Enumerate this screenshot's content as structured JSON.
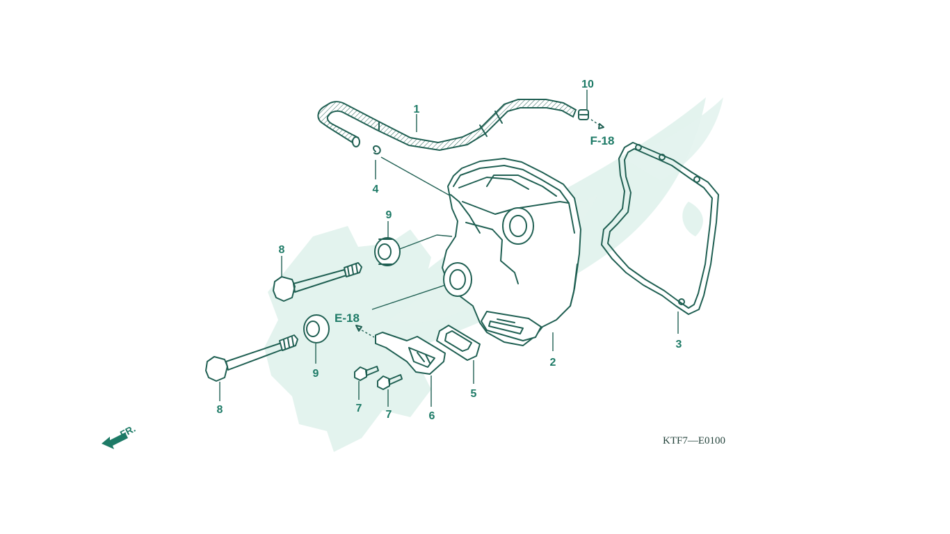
{
  "diagram": {
    "callouts": {
      "c1": "1",
      "c2": "2",
      "c3": "3",
      "c4": "4",
      "c5": "5",
      "c6": "6",
      "c7a": "7",
      "c7b": "7",
      "c8a": "8",
      "c8b": "8",
      "c9a": "9",
      "c9b": "9",
      "c10": "10"
    },
    "references": {
      "e18": "E-18",
      "f18": "F-18"
    },
    "front_arrow_label": "FR.",
    "diagram_code": "KTF7—E0100"
  },
  "colors": {
    "line": "#1f5f52",
    "label": "#1d7a66",
    "watermark": "#e3f3ee"
  },
  "icons": {
    "front_arrow": "front-direction-arrow-icon",
    "watermark": "gear-leaf-watermark"
  }
}
